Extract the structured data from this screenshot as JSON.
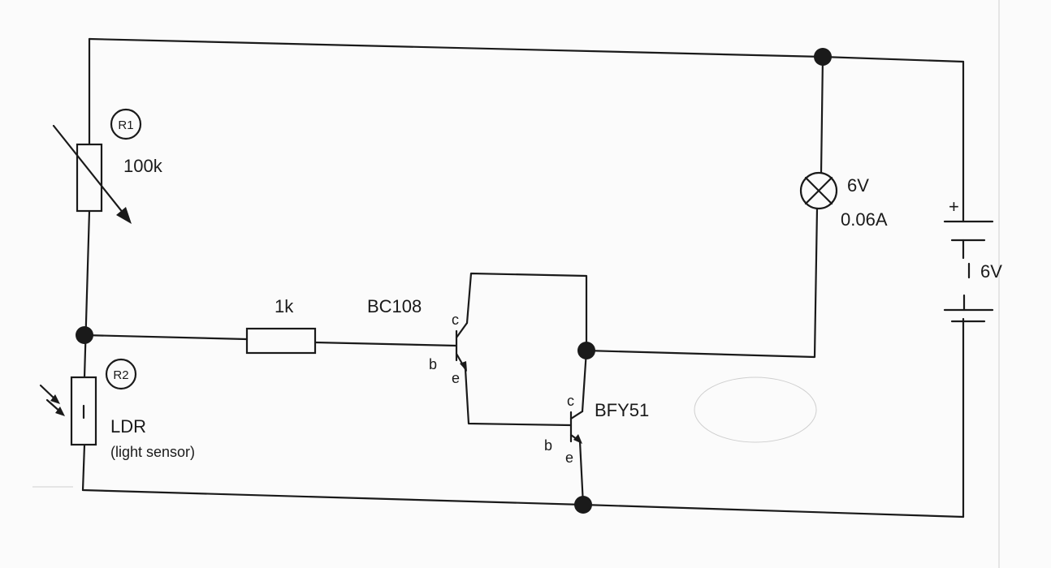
{
  "labels": {
    "r1_tag": "R1",
    "r1_value": "100k",
    "r2_tag": "R2",
    "r2_name": "LDR",
    "r2_note": "(light sensor)",
    "base_resistor": "1k",
    "transistor1": "BC108",
    "transistor2": "BFY51",
    "lamp_voltage": "6V",
    "lamp_current": "0.06A",
    "battery_plus": "+",
    "battery_voltage": "6V",
    "pin_c": "c",
    "pin_b": "b",
    "pin_e": "e"
  }
}
